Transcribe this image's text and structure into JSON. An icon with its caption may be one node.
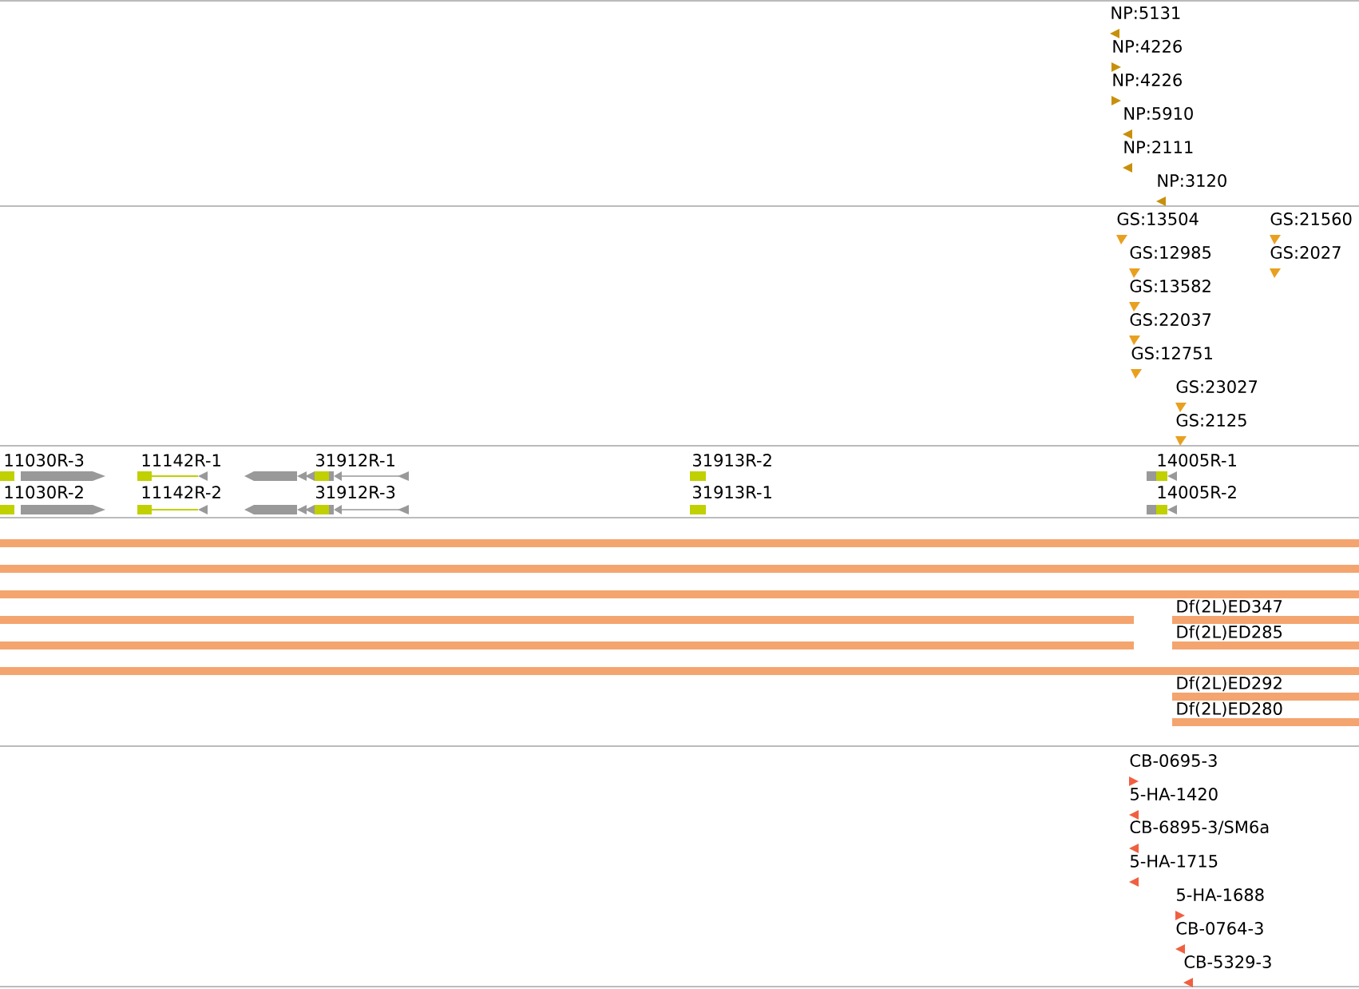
{
  "diagram": {
    "labels": [
      "NP:5131",
      "NP:4226",
      "NP:4226",
      "NP:5910",
      "NP:2111",
      "NP:3120",
      "GS:13504",
      "GS:21560",
      "GS:12985",
      "GS:2027",
      "GS:13582",
      "GS:22037",
      "GS:12751",
      "GS:23027",
      "GS:2125",
      "11030R-3",
      "11142R-1",
      "31912R-1",
      "31913R-2",
      "14005R-1",
      "11030R-2",
      "11142R-2",
      "31912R-3",
      "31913R-1",
      "14005R-2",
      "Df(2L)ED347",
      "Df(2L)ED285",
      "Df(2L)ED292",
      "Df(2L)ED280",
      "CB-0695-3",
      "5-HA-1420",
      "CB-6895-3/SM6a",
      "5-HA-1715",
      "5-HA-1688",
      "CB-0764-3",
      "CB-5329-3"
    ]
  }
}
